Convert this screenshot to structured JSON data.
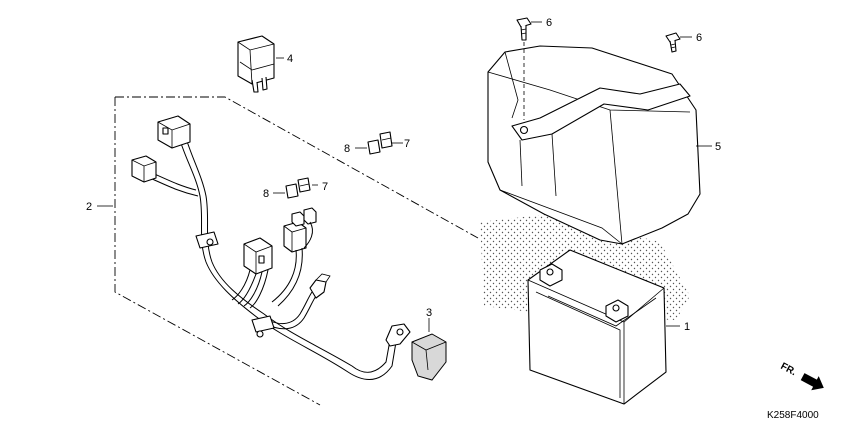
{
  "callouts": {
    "battery": "1",
    "harness": "2",
    "terminal_cover": "3",
    "relay": "4",
    "battery_box": "5",
    "bolt_a": "6",
    "bolt_b": "6",
    "fuse_a": "7",
    "fuse_b": "7",
    "fuse_holder_a": "8",
    "fuse_holder_b": "8"
  },
  "direction_marker": "FR.",
  "diagram_code": "K258F4000"
}
